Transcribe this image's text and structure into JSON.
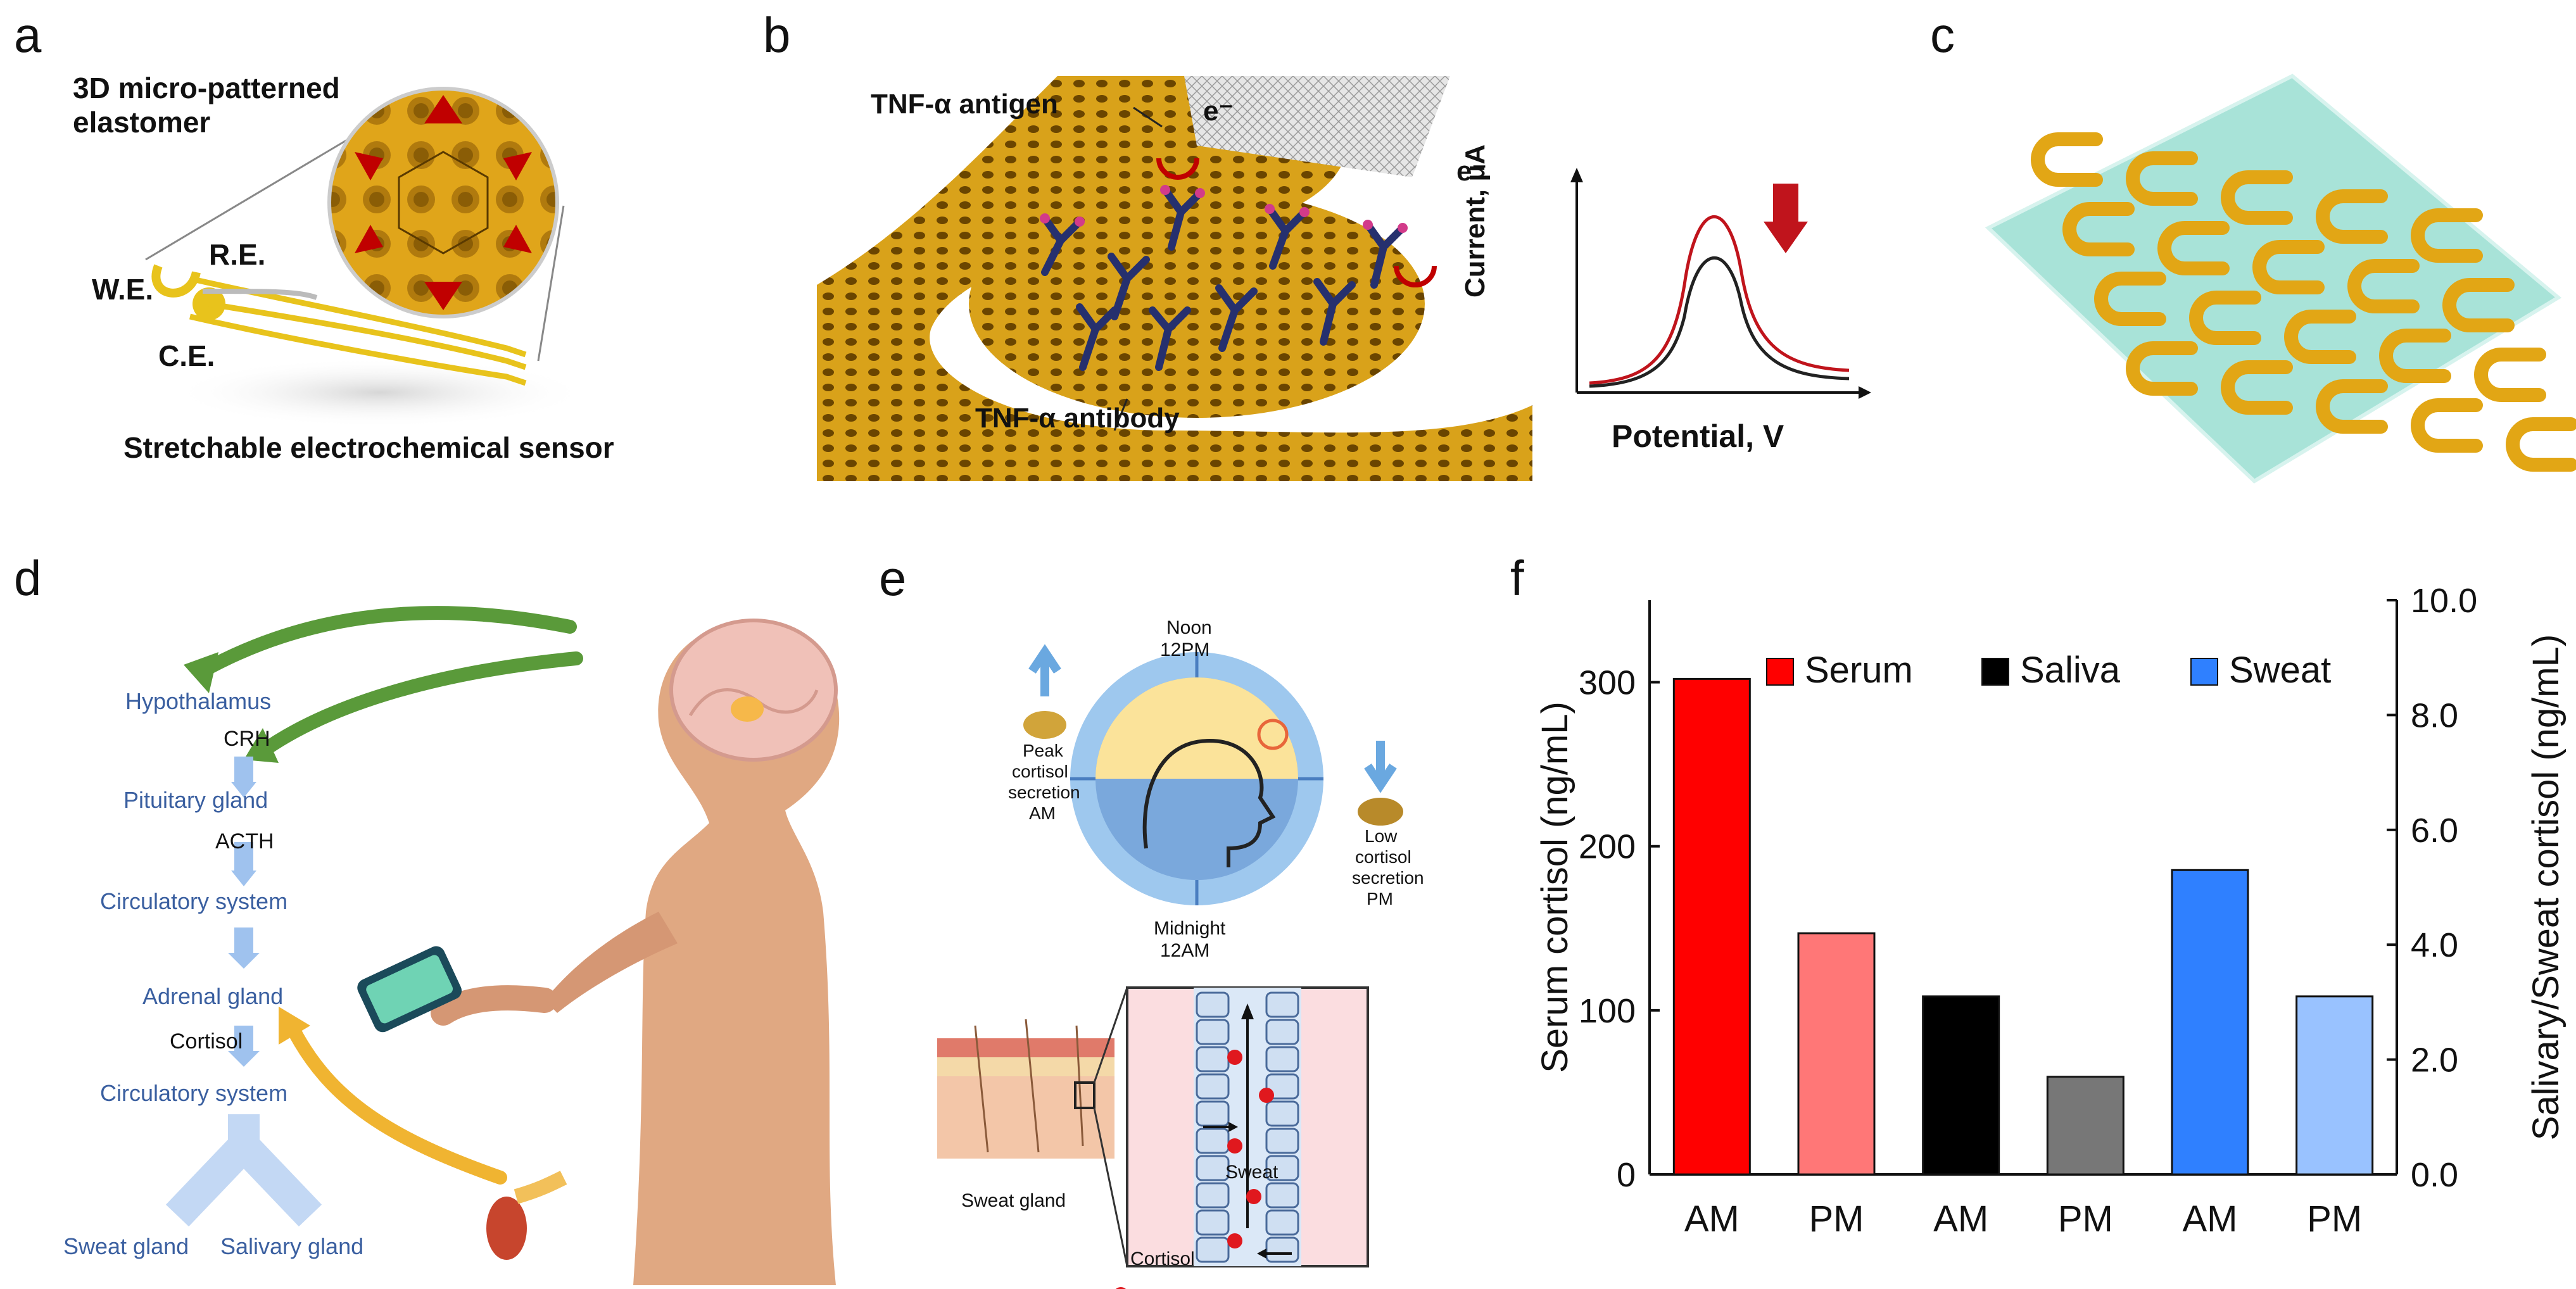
{
  "panels": {
    "a": {
      "label": "a",
      "title_line1": "3D micro-patterned",
      "title_line2": "elastomer",
      "we": "W.E.",
      "re": "R.E.",
      "ce": "C.E.",
      "caption": "Stretchable electrochemical sensor"
    },
    "b": {
      "label": "b",
      "antigen": "TNF-α antigen",
      "antibody": "TNF-α antibody",
      "electron": "e⁻",
      "ylabel": "Current, μA",
      "xlabel": "Potential, V"
    },
    "c": {
      "label": "c"
    },
    "d": {
      "label": "d",
      "steps": [
        "Hypothalamus",
        "CRH",
        "Pituitary gland",
        "ACTH",
        "Circulatory system",
        "Adrenal gland",
        "Cortisol",
        "Circulatory system",
        "Sweat gland",
        "Salivary gland"
      ]
    },
    "e": {
      "label": "e",
      "noon": "Noon",
      "noon_time": "12PM",
      "midnight": "Midnight",
      "midnight_time": "12AM",
      "peak": [
        "Peak",
        "cortisol",
        "secretion",
        "AM"
      ],
      "low": [
        "Low",
        "cortisol",
        "secretion",
        "PM"
      ],
      "sweat": "Sweat",
      "sweat_gland": "Sweat gland",
      "cortisol": "Cortisol"
    },
    "f": {
      "label": "f"
    }
  },
  "chart_data": {
    "type": "bar",
    "categories": [
      "AM",
      "PM",
      "AM",
      "PM",
      "AM",
      "PM"
    ],
    "ylabel_left": "Serum cortisol (ng/mL)",
    "ylabel_right": "Salivary/Sweat cortisol (ng/mL)",
    "ylim_left": [
      0,
      350
    ],
    "ylim_right": [
      0,
      10
    ],
    "yticks_left": [
      "0",
      "100",
      "200",
      "300"
    ],
    "yticks_right": [
      "0.0",
      "2.0",
      "4.0",
      "6.0",
      "8.0",
      "10.0"
    ],
    "legend": [
      {
        "name": "Serum",
        "color": "#ff0000"
      },
      {
        "name": "Saliva",
        "color": "#000000"
      },
      {
        "name": "Sweat",
        "color": "#2f80ff"
      }
    ],
    "series": [
      {
        "name": "Serum",
        "axis": "left",
        "values": [
          302,
          147
        ],
        "colors": [
          "#ff0000",
          "#ff7777"
        ]
      },
      {
        "name": "Saliva",
        "axis": "right",
        "values": [
          3.1,
          1.7
        ],
        "colors": [
          "#000000",
          "#777777"
        ]
      },
      {
        "name": "Sweat",
        "axis": "right",
        "values": [
          5.3,
          3.1
        ],
        "colors": [
          "#2f80ff",
          "#99c2ff"
        ]
      }
    ]
  }
}
